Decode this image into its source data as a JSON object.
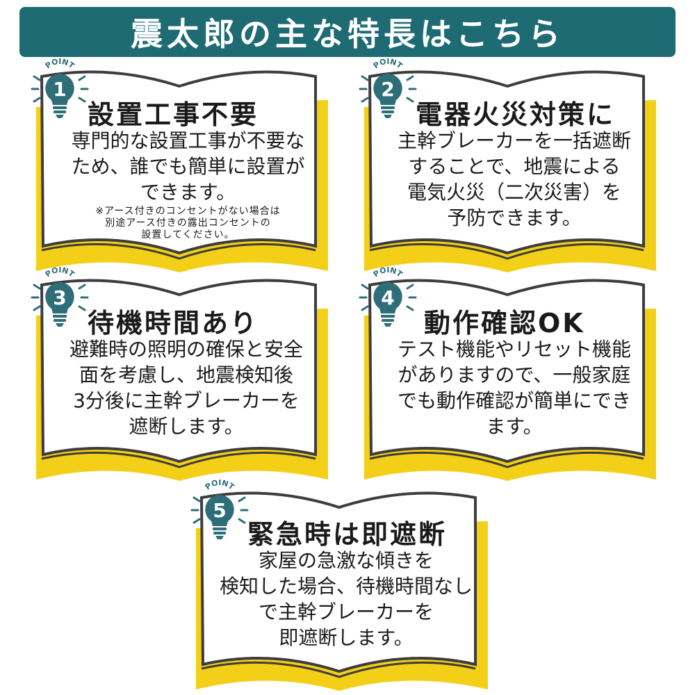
{
  "header": {
    "title": "震太郎の主な特長はこちら"
  },
  "colors": {
    "banner": "#1f6b73",
    "book_shadow": "#f3cf18",
    "outline": "#3d3d3d",
    "bulb": "#2d6e78"
  },
  "points": [
    {
      "label": "POINT",
      "number": "1",
      "title": "設置工事不要",
      "lines": [
        "専門的な設置工事が不要な",
        "ため、誰でも簡単に設置が",
        "できます。"
      ],
      "note": [
        "※アース付きのコンセントがない場合は",
        "別途アース付きの露出コンセントの",
        "設置してください。"
      ]
    },
    {
      "label": "POINT",
      "number": "2",
      "title": "電器火災対策に",
      "lines": [
        "主幹ブレーカーを一括遮断",
        "することで、地震による",
        "電気火災（二次災害）を",
        "予防できます。"
      ]
    },
    {
      "label": "POINT",
      "number": "3",
      "title": "待機時間あり",
      "lines": [
        "避難時の照明の確保と安全",
        "面を考慮し、地震検知後",
        "3分後に主幹ブレーカーを",
        "遮断します。"
      ]
    },
    {
      "label": "POINT",
      "number": "4",
      "title": "動作確認OK",
      "lines": [
        "テスト機能やリセット機能",
        "がありますので、一般家庭",
        "でも動作確認が簡単にでき",
        "ます。"
      ]
    },
    {
      "label": "POINT",
      "number": "5",
      "title": "緊急時は即遮断",
      "lines": [
        "家屋の急激な傾きを",
        "検知した場合、待機時間なし",
        "で主幹ブレーカーを",
        "即遮断します。"
      ]
    }
  ]
}
